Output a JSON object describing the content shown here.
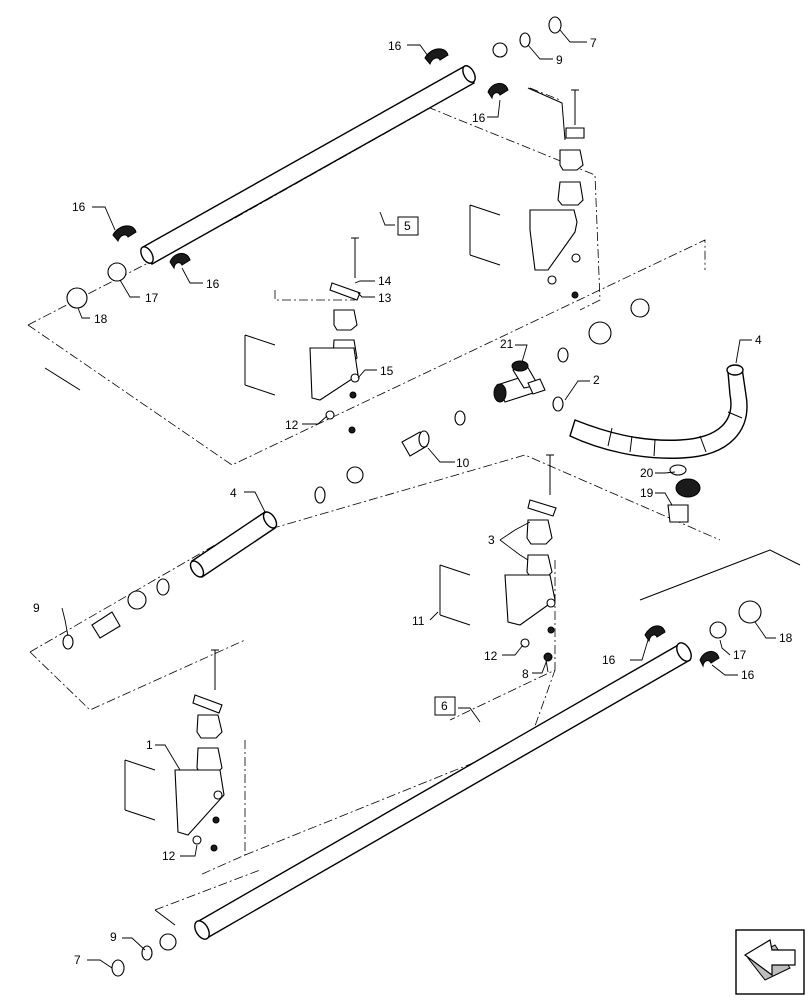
{
  "diagram": {
    "callouts": {
      "c1": "1",
      "c2": "2",
      "c3": "3",
      "c4a": "4",
      "c4b": "4",
      "c5": "5",
      "c6": "6",
      "c7a": "7",
      "c7b": "7",
      "c8": "8",
      "c9a": "9",
      "c9b": "9",
      "c9c": "9",
      "c10": "10",
      "c11": "11",
      "c12a": "12",
      "c12b": "12",
      "c12c": "12",
      "c13": "13",
      "c14": "14",
      "c15": "15",
      "c16a": "16",
      "c16b": "16",
      "c16c": "16",
      "c16d": "16",
      "c16e": "16",
      "c16f": "16",
      "c17a": "17",
      "c17b": "17",
      "c18a": "18",
      "c18b": "18",
      "c19": "19",
      "c20": "20",
      "c21": "21"
    },
    "nav_icon": "next-page-arrow-icon"
  }
}
